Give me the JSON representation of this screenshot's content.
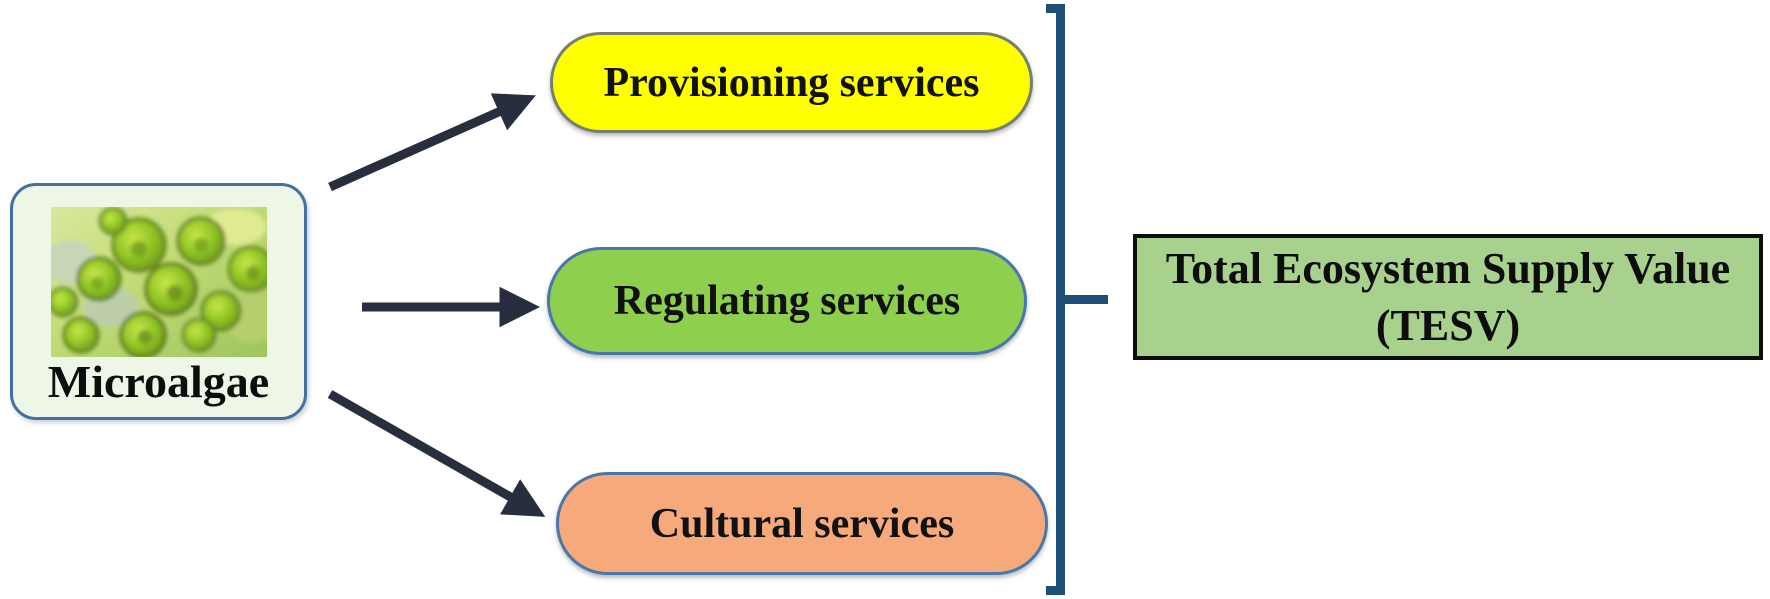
{
  "source_box": {
    "label": "Microalgae",
    "fill": "#edf6e7",
    "border": "#41719c",
    "image": "microalgae-micrograph"
  },
  "services": [
    {
      "label": "Provisioning services",
      "fill": "#ffff00",
      "border": "#76816d"
    },
    {
      "label": "Regulating services",
      "fill": "#8ed04e",
      "border": "#4a77a8"
    },
    {
      "label": "Cultural services",
      "fill": "#f6a97a",
      "border": "#4a77a8"
    }
  ],
  "result_box": {
    "line1": "Total Ecosystem Supply Value",
    "line2": "(TESV)",
    "fill": "#a9d18e",
    "border": "#0d0d0d"
  },
  "colors": {
    "arrow": "#272e3d",
    "bracket": "#1f4e79",
    "text": "#0d0d0d"
  }
}
